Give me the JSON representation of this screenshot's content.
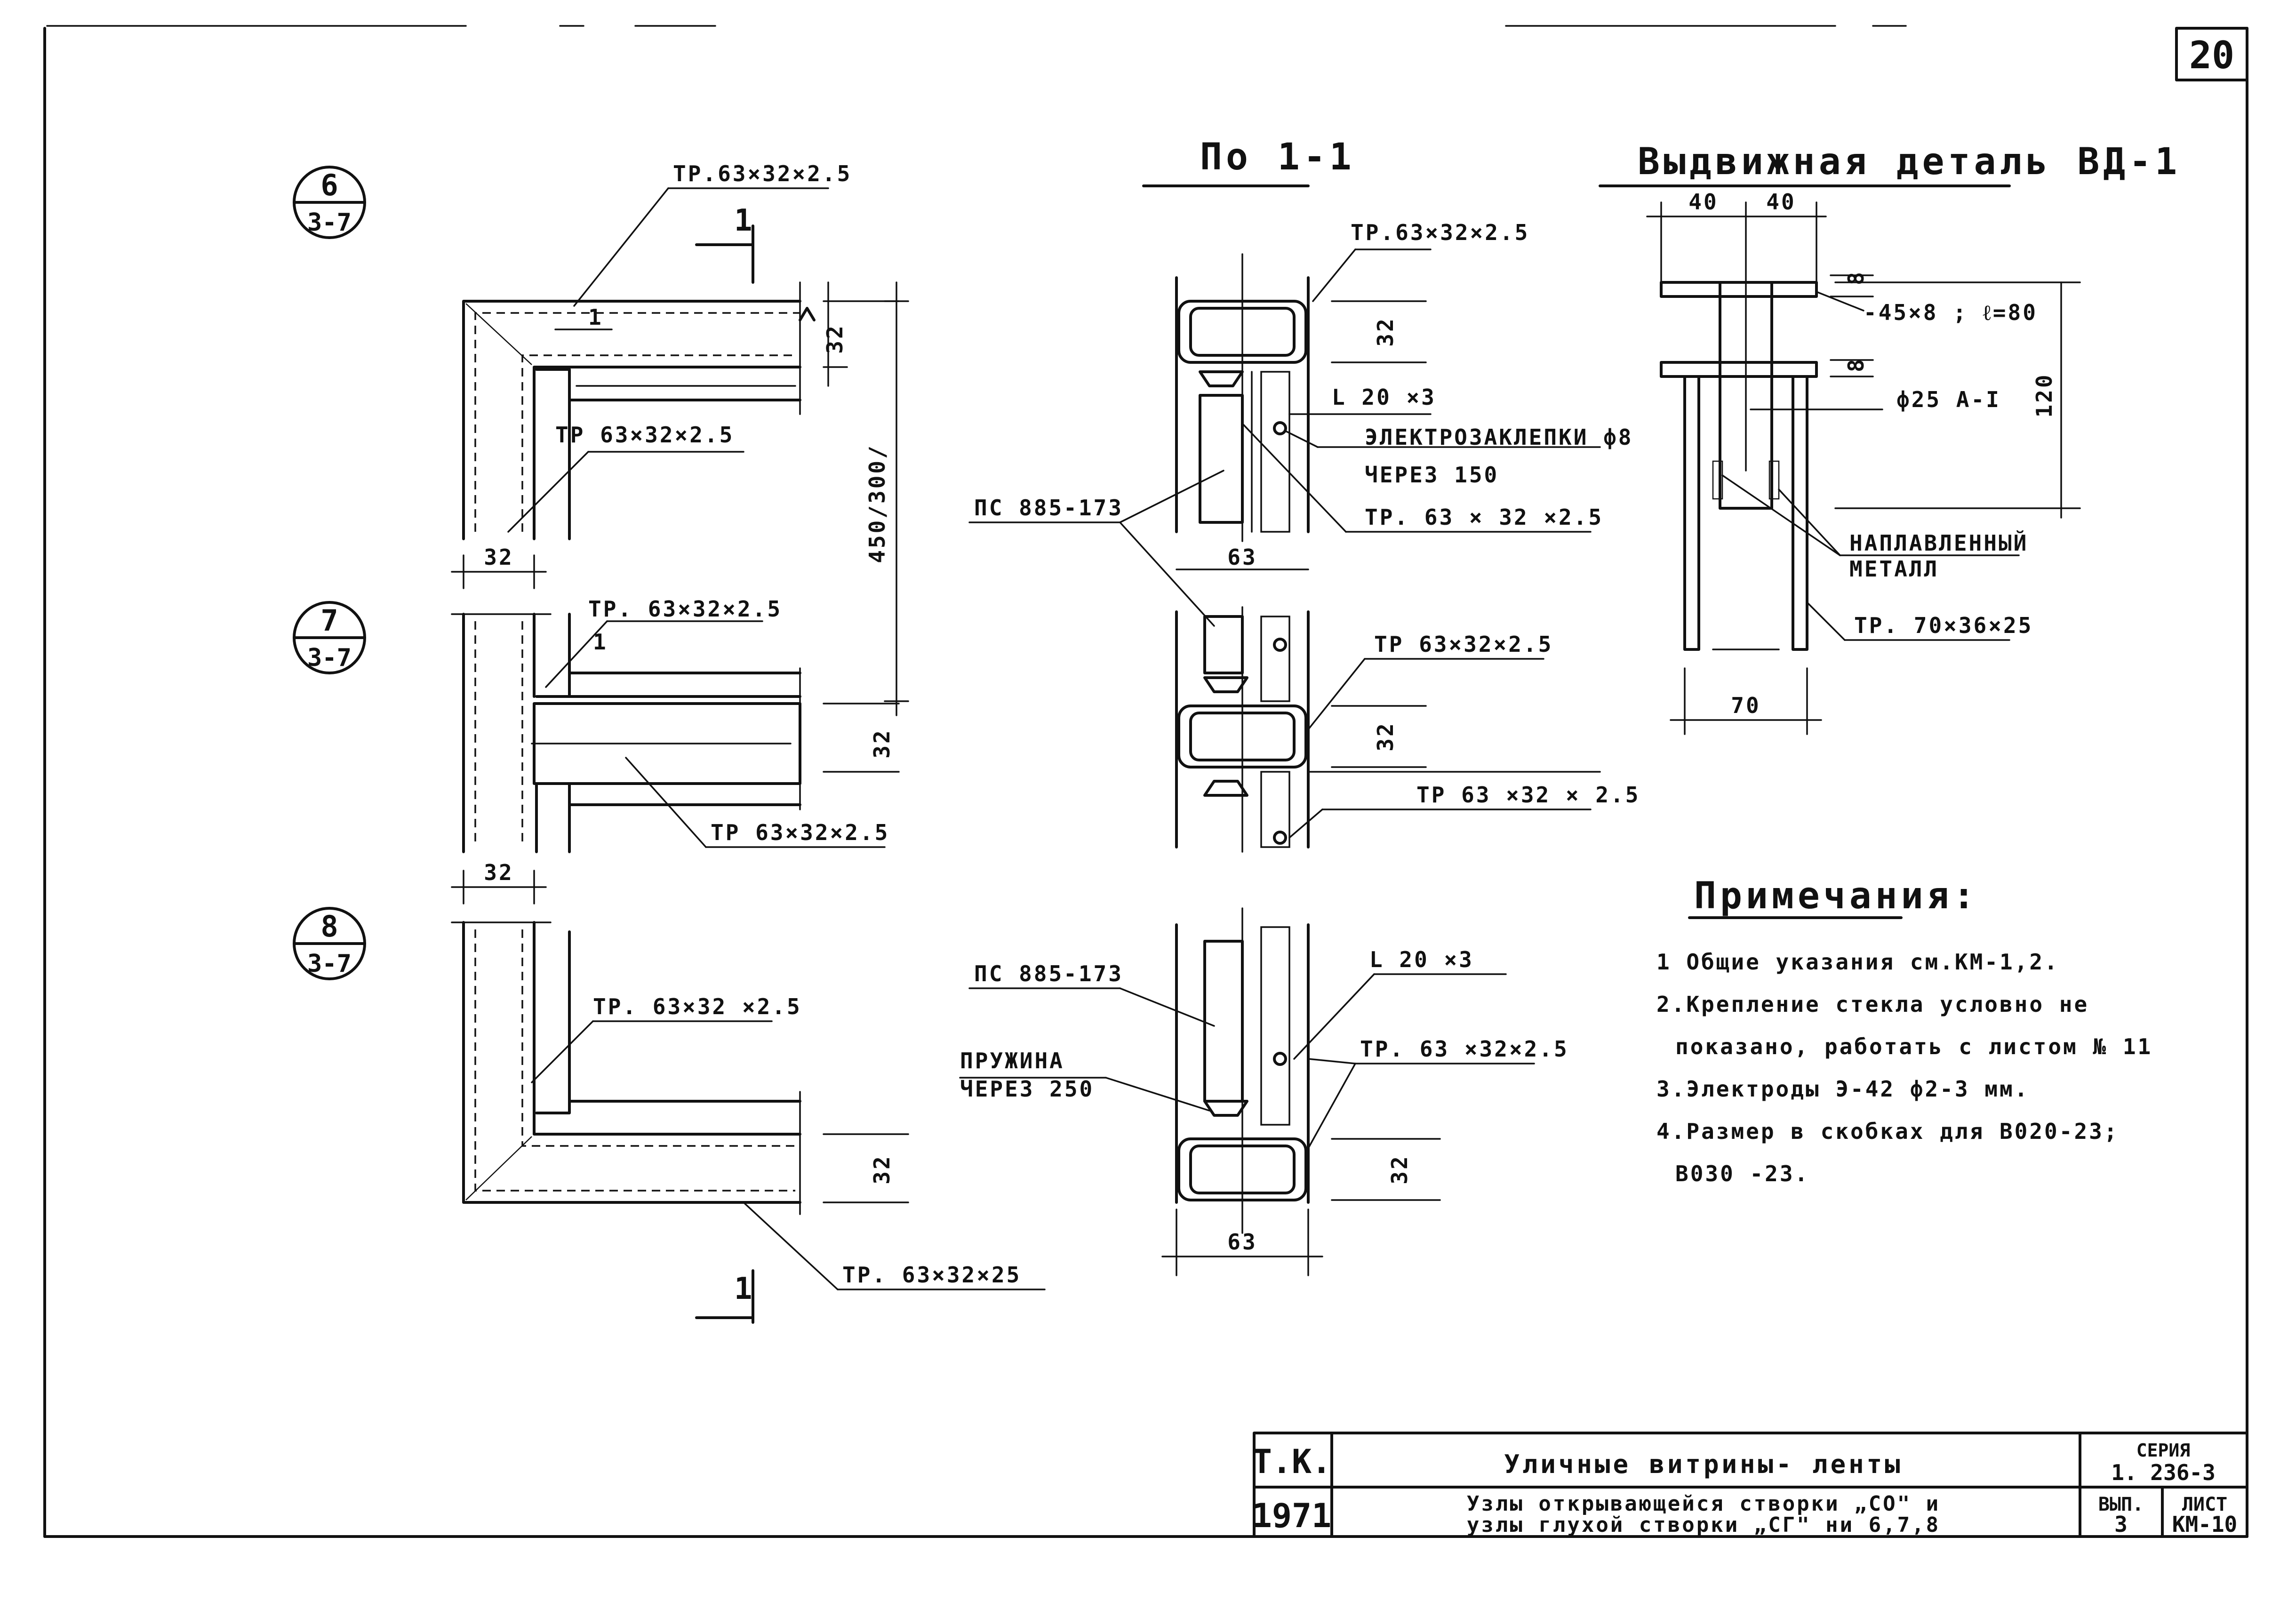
{
  "page_number": "20",
  "section_title": "По 1-1",
  "detail_title": "Выдвижная деталь ВД-1",
  "nodes": [
    {
      "number": "6",
      "sheet": "3-7"
    },
    {
      "number": "7",
      "sheet": "3-7"
    },
    {
      "number": "8",
      "sheet": "3-7"
    }
  ],
  "section_mark": "1",
  "left_labels": {
    "top_tube": "ТР.63×32×2.5",
    "upper_tube": "ТР 63×32×2.5",
    "mid_tube": "ТР. 63×32×2.5",
    "lower_mid_tube": "ТР 63×32×2.5",
    "bottom_tube_a": "ТР. 63×32 ×2.5",
    "bottom_tube_b": "ТР. 63×32×25",
    "dim_1a": "1",
    "dim_1b": "1",
    "dim_32_a": "32",
    "dim_32_b": "32",
    "dim_32_c": "32",
    "dim_32_d": "32",
    "dim_32_e": "32",
    "dim_450": "450/300/"
  },
  "section_labels": {
    "top_tube": "ТР.63×32×2.5",
    "angle_top": "L 20 ×3",
    "rivets": "ЭЛЕКТРОЗАКЛЕПКИ ф8",
    "rivets_step": "ЧЕРЕЗ 150",
    "tube_a": "ТР. 63 × 32 ×2.5",
    "profile_a": "ПС 885-173",
    "tube_b": "ТР 63×32×2.5",
    "tube_c": "ТР 63 ×32 × 2.5",
    "profile_b": "ПС 885-173",
    "angle_bottom": "L 20 ×3",
    "spring": "ПРУЖИНА",
    "spring_step": "ЧЕРЕЗ 250",
    "tube_d": "ТР. 63 ×32×2.5",
    "dim_32_a": "32",
    "dim_32_b": "32",
    "dim_32_c": "32",
    "dim_63_a": "63",
    "dim_63_b": "63"
  },
  "detail_labels": {
    "dim_40a": "40",
    "dim_40b": "40",
    "plate": "-45×8 ; ℓ=80",
    "bar": "ф25 А-I",
    "dim_8a": "8",
    "dim_8b": "8",
    "dim_120": "120",
    "weld_1": "НАПЛАВЛЕННЫЙ",
    "weld_2": "МЕТАЛЛ",
    "tube": "ТР. 70×36×25",
    "dim_70": "70"
  },
  "notes": {
    "title": "Примечания:",
    "items": [
      "1 Общие указания см.КМ-1,2.",
      "2.Крепление стекла условно не",
      "показано, работать с листом № 11",
      "3.Электроды Э-42 ф2-3 мм.",
      "4.Размер в скобках для В020-23;",
      "В030 -23."
    ]
  },
  "title_block": {
    "org": "Т.К.",
    "year": "1971",
    "title": "Уличные витрины- ленты",
    "subtitle_1": "Узлы открывающейся створки „СО\" и",
    "subtitle_2": "узлы глухой створки „СГ\" ни 6,7,8",
    "series_label": "СЕРИЯ",
    "series_value": "1. 236-3",
    "issue_label": "ВЫП.",
    "issue_value": "3",
    "sheet_label": "ЛИСТ",
    "sheet_value": "КМ-10"
  }
}
